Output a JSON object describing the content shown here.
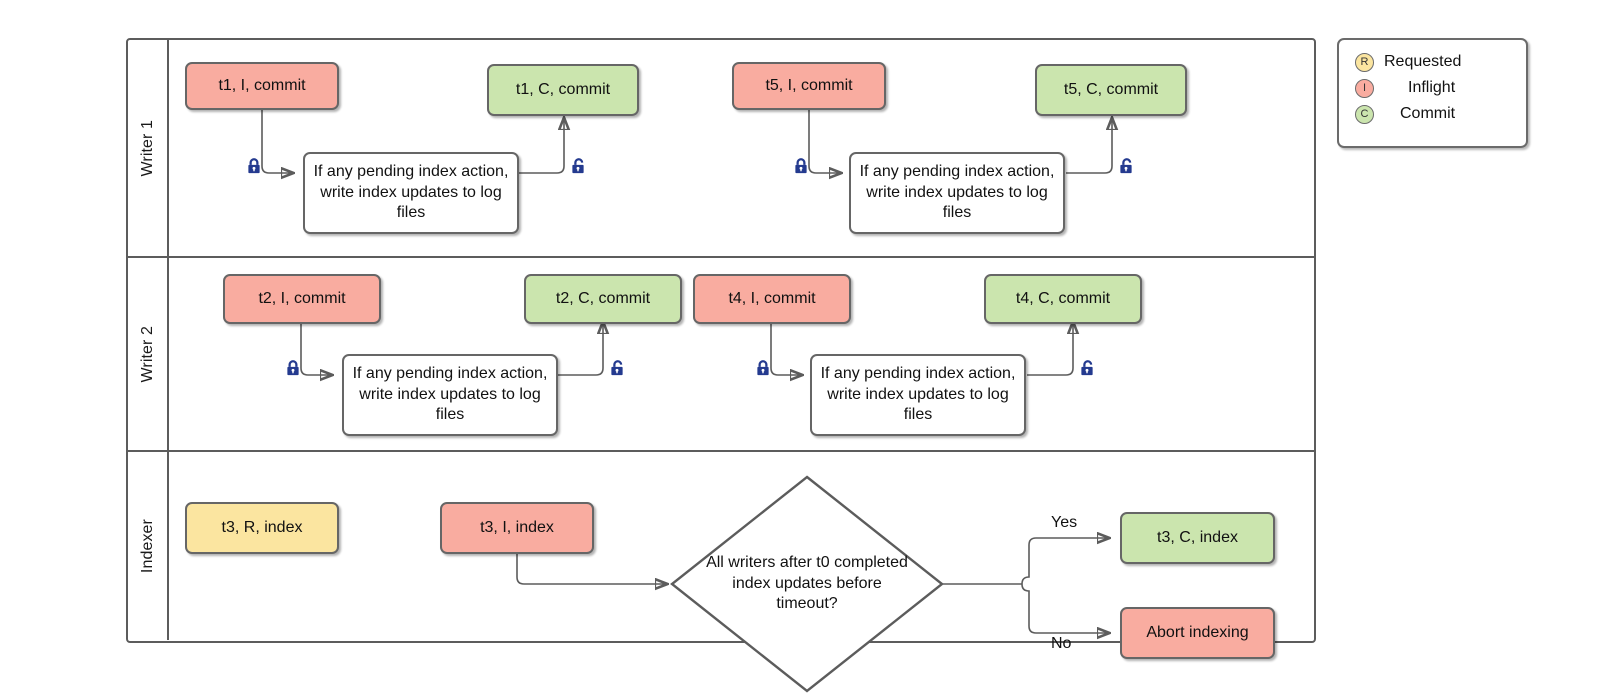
{
  "diagram": {
    "title": "Writer / Indexer concurrent commit swimlane flowchart",
    "colors": {
      "inflight": "#f9aca0",
      "commit": "#cbe5ae",
      "requested": "#fbe5a0",
      "plain": "#ffffff",
      "stroke": "#5c5c5c",
      "lock": "#243a8f"
    },
    "lanes": [
      {
        "label": "Writer 1"
      },
      {
        "label": "Writer 2"
      },
      {
        "label": "Indexer"
      }
    ]
  },
  "writer1": {
    "lane_label": "Writer 1",
    "node_t1_inflight": "t1, I, commit",
    "node_t1_commit": "t1, C, commit",
    "node_t5_inflight": "t5, I, commit",
    "node_t5_commit": "t5, C, commit",
    "process_left": "If any pending index action, write index updates to log files",
    "process_right": "If any pending index action, write index updates to log files",
    "lock_closed_left": "lock-closed",
    "lock_open_left": "lock-open",
    "lock_closed_right": "lock-closed",
    "lock_open_right": "lock-open"
  },
  "writer2": {
    "lane_label": "Writer 2",
    "node_t2_inflight": "t2, I, commit",
    "node_t2_commit": "t2, C, commit",
    "node_t4_inflight": "t4, I, commit",
    "node_t4_commit": "t4, C, commit",
    "process_left": "If any pending index action, write index updates to log files",
    "process_right": "If any pending index action, write index updates to log files",
    "lock_closed_left": "lock-closed",
    "lock_open_left": "lock-open",
    "lock_closed_right": "lock-closed",
    "lock_open_right": "lock-open"
  },
  "indexer": {
    "lane_label": "Indexer",
    "node_t3_requested": "t3, R, index",
    "node_t3_inflight": "t3, I, index",
    "decision": "All writers after t0 completed index updates before timeout?",
    "branch_yes": "Yes",
    "branch_no": "No",
    "node_t3_commit": "t3, C, index",
    "node_abort": "Abort indexing"
  },
  "legend": {
    "items": [
      {
        "badge": "R",
        "label": "Requested",
        "color": "#fbe5a0"
      },
      {
        "badge": "I",
        "label": "Inflight",
        "color": "#f9aca0"
      },
      {
        "badge": "C",
        "label": "Commit",
        "color": "#cbe5ae"
      }
    ]
  }
}
